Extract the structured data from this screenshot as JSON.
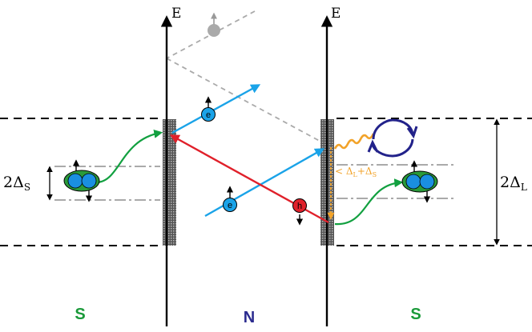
{
  "labels": {
    "energy_left": "E",
    "energy_right": "E",
    "gap_left": "2Δ",
    "gap_left_sub": "S",
    "gap_right": "2Δ",
    "gap_right_sub": "L",
    "electron_upper": "e",
    "electron_lower": "e",
    "hole": "h",
    "condition_prefix": "< Δ",
    "condition_sub1": "L",
    "condition_mid": "+Δ",
    "condition_sub2": "S",
    "region_left": "S",
    "region_middle": "N",
    "region_right": "S"
  },
  "colors": {
    "superconductor_label": "#1a9a3a",
    "normal_label": "#2b2b8f",
    "electron": "#1aa3e8",
    "hole": "#e0202a",
    "cooper_pair_shell": "#2a9a3a",
    "cooper_pair_core": "#1a8fe0",
    "green_path": "#12a040",
    "red_path": "#e0202a",
    "blue_path": "#1aa3e8",
    "photon": "#f2a32a",
    "loop": "#22228a",
    "gray_path": "#aaaaaa"
  },
  "icons": {
    "cooper_pair_left": "cooper-pair-icon",
    "cooper_pair_right": "cooper-pair-icon",
    "electron_upper": "electron-icon",
    "electron_lower": "electron-icon",
    "hole": "hole-icon",
    "gray_particle": "particle-icon",
    "loop": "circular-arrow-icon",
    "photon": "wavy-photon-icon"
  }
}
